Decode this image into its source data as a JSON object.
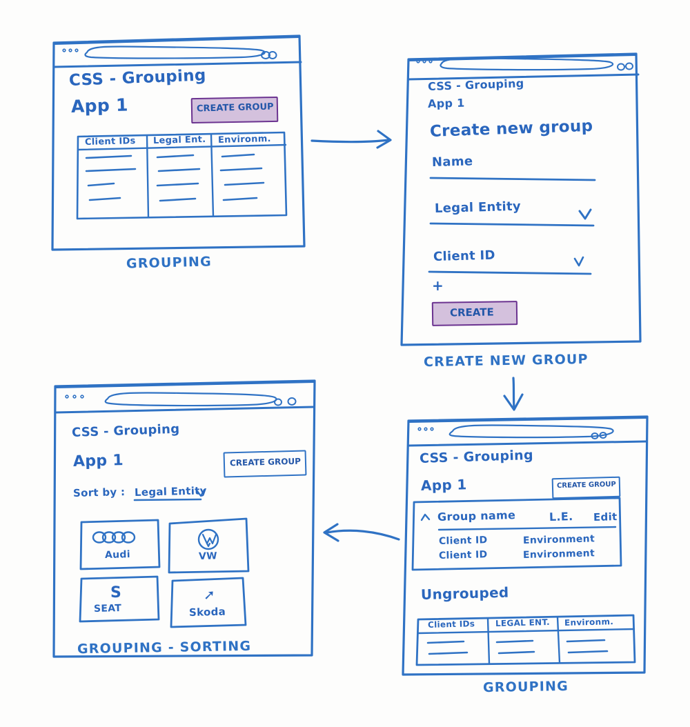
{
  "meta": {
    "title": "CSS Grouping wireframe sketch",
    "ink_color": "#2f72c4",
    "highlight_color": "#763896",
    "paper_color": "#fdfdfc"
  },
  "panels": [
    {
      "id": "grouping-list",
      "caption": "GROUPING",
      "browser": {
        "dots": "...",
        "controls": "oo"
      },
      "breadcrumb": "CSS - Grouping",
      "app_title": "App 1",
      "primary_button": "CREATE GROUP",
      "primary_button_highlighted": true,
      "table": {
        "columns": [
          "Client IDs",
          "Legal Ent.",
          "Environm."
        ],
        "placeholder_rows": 4
      }
    },
    {
      "id": "create-new-group",
      "caption": "CREATE NEW GROUP",
      "browser": {
        "dots": "...",
        "controls": "oo"
      },
      "breadcrumb": "CSS - Grouping",
      "app_title": "App 1",
      "form_title": "Create new group",
      "fields": [
        {
          "label": "Name",
          "type": "text",
          "chevron": false
        },
        {
          "label": "Legal Entity",
          "type": "select",
          "chevron": true
        },
        {
          "label": "Client ID",
          "type": "select",
          "chevron": true
        }
      ],
      "add_row_label": "+",
      "submit_button": "CREATE",
      "submit_button_highlighted": true
    },
    {
      "id": "grouping-grouped",
      "caption": "GROUPING",
      "browser": {
        "dots": "...",
        "controls": "oo"
      },
      "breadcrumb": "CSS - Grouping",
      "app_title": "App 1",
      "primary_button": "CREATE GROUP",
      "group_card": {
        "collapse_icon": "^",
        "header": [
          "Group name",
          "L.E.",
          "Edit"
        ],
        "rows": [
          {
            "client_id": "Client ID",
            "environment": "Environment"
          },
          {
            "client_id": "Client ID",
            "environment": "Environment"
          }
        ]
      },
      "ungrouped_title": "Ungrouped",
      "table": {
        "columns": [
          "Client IDs",
          "LEGAL ENT.",
          "Environm."
        ],
        "placeholder_rows": 2
      }
    },
    {
      "id": "grouping-sorting",
      "caption": "GROUPING - SORTING",
      "browser": {
        "dots": "...",
        "controls": "oo"
      },
      "breadcrumb": "CSS - Grouping",
      "app_title": "App 1",
      "primary_button": "CREATE GROUP",
      "sort_prefix": "Sort by :",
      "sort_value": "Legal Entity",
      "sort_chevron": "v",
      "cards": [
        {
          "brand": "Audi",
          "logo": "audi-rings-logo"
        },
        {
          "brand": "VW",
          "logo": "vw-circle-logo"
        },
        {
          "brand": "SEAT",
          "logo": "seat-s-logo"
        },
        {
          "brand": "Skoda",
          "logo": "skoda-arrow-logo"
        }
      ]
    }
  ],
  "arrows": [
    {
      "id": "arrow-1",
      "from": "grouping-list",
      "to": "create-new-group",
      "direction": "right"
    },
    {
      "id": "arrow-2",
      "from": "create-new-group",
      "to": "grouping-grouped",
      "direction": "down"
    },
    {
      "id": "arrow-3",
      "from": "grouping-grouped",
      "to": "grouping-sorting",
      "direction": "left"
    }
  ]
}
